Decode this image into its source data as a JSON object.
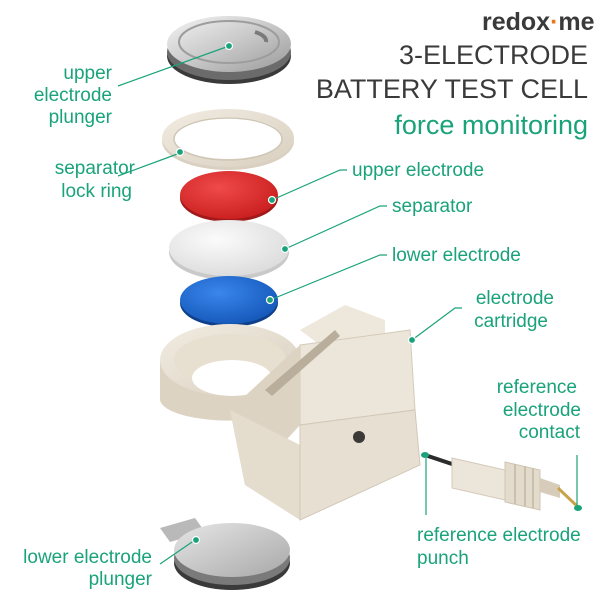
{
  "brand": {
    "logo_prefix": "redox",
    "logo_dot": "·",
    "logo_suffix": "me",
    "accent": "#1aa37a",
    "logo_dot_color": "#e8761a"
  },
  "title": {
    "line1": "3-ELECTRODE",
    "line2": "BATTERY TEST CELL",
    "subtitle": "force monitoring"
  },
  "labels": {
    "upper_plunger": [
      "upper",
      "electrode",
      "plunger"
    ],
    "lock_ring": [
      "separator",
      "lock ring"
    ],
    "upper_electrode": "upper electrode",
    "separator": "separator",
    "lower_electrode": "lower electrode",
    "cartridge": [
      "electrode",
      "cartridge"
    ],
    "ref_contact": [
      "reference",
      "electrode",
      "contact"
    ],
    "ref_punch": [
      "reference electrode",
      "punch"
    ],
    "lower_plunger": [
      "lower electrode",
      "plunger"
    ]
  },
  "colors": {
    "upper_electrode": "#e32b2b",
    "separator": "#eeeeee",
    "lower_electrode": "#1f6fd6",
    "housing": "#e9e1d2"
  }
}
